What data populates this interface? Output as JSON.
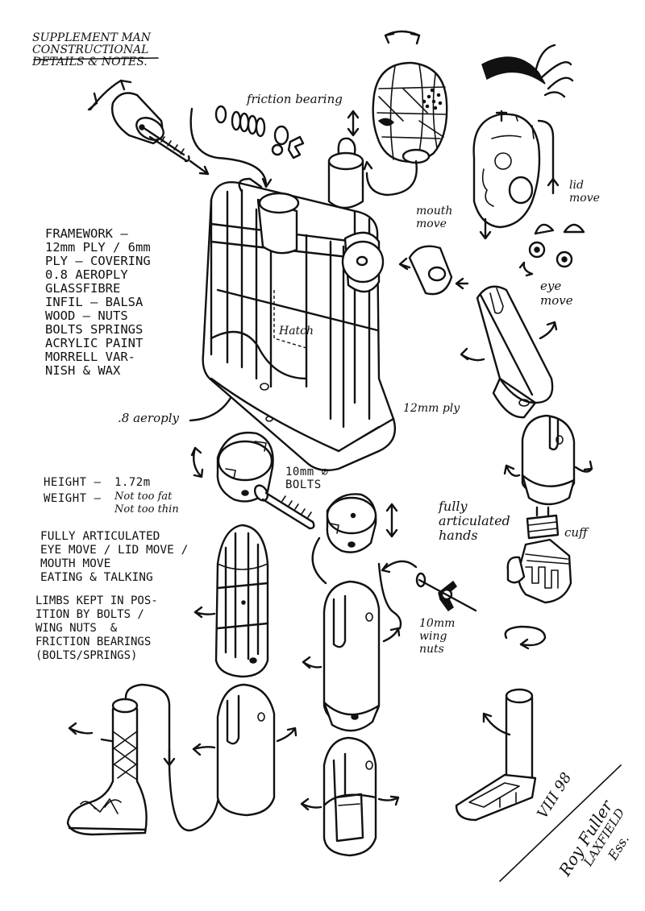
{
  "title_lines": [
    "SUPPLEMENT MAN",
    "CONSTRUCTIONAL",
    "DETAILS & NOTES."
  ],
  "labels": {
    "friction_bearing": "friction bearing",
    "mouth_move": "mouth\nmove",
    "lid_move": "lid\nmove",
    "eye_move": "eye\nmove",
    "hatch": "Hatch",
    "aeroply": ".8 aeroply",
    "ply_12mm": "12mm ply",
    "bolts_10mm": "10mm ∅\nBOLTS",
    "fully_articulated_hands": "fully\narticulated\nhands",
    "cuff": "cuff",
    "wing_nuts_10mm": "10mm\nwing\nnuts"
  },
  "materials_lines": [
    "FRAMEWORK —",
    "12mm PLY / 6mm",
    "PLY — COVERING",
    "0.8 AEROPLY",
    "GLASSFIBRE",
    "INFIL — BALSA",
    "WOOD — NUTS",
    "BOLTS SPRINGS",
    "ACRYLIC PAINT",
    "MORRELL VAR-",
    "NISH & WAX"
  ],
  "specs": {
    "height_label": "HEIGHT —",
    "height_value": "1.72m",
    "weight_label": "WEIGHT —",
    "weight_value_1": "Not too fat",
    "weight_value_2": "Not too thin"
  },
  "articulation_lines": [
    "FULLY ARTICULATED",
    "EYE MOVE / LID MOVE /",
    "MOUTH MOVE",
    "EATING & TALKING"
  ],
  "limbs_lines": [
    "LIMBS KEPT IN POS-",
    "ITION BY BOLTS /",
    "WING NUTS  &",
    "FRICTION BEARINGS",
    "(BOLTS/SPRINGS)"
  ],
  "signature": {
    "date": "VIII 98",
    "name": "Roy Fuller",
    "place": "LAXFIELD",
    "county": "Ess."
  }
}
